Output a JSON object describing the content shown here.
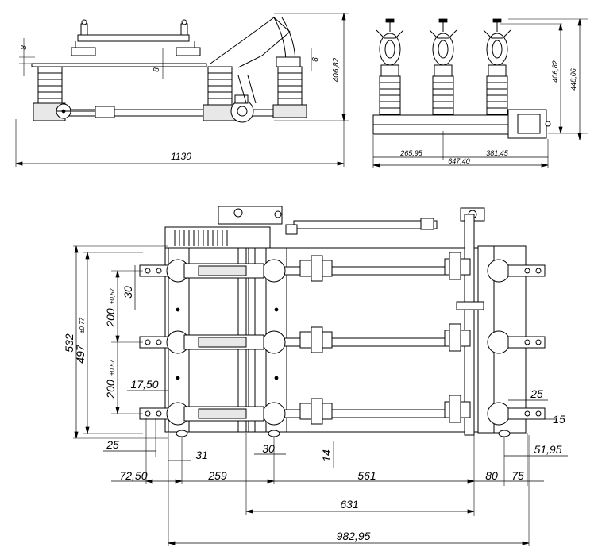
{
  "top_left_view": {
    "dims": {
      "overall_width": "1130",
      "height": "406,82",
      "gap_left": "8",
      "gap_mid": "8",
      "gap_right": "8"
    }
  },
  "top_right_view": {
    "dims": {
      "height_a": "406,82",
      "height_b": "448,06",
      "pitch_a": "265,95",
      "pitch_b": "381,45",
      "overall_width": "647,40"
    }
  },
  "plan_view": {
    "dims": {
      "overall_height": "532",
      "mount_height": "497",
      "mount_height_tol": "±0,77",
      "pitch_upper": "200",
      "pitch_upper_tol": "±0,57",
      "pitch_lower": "200",
      "pitch_lower_tol": "±0,57",
      "slot_30_v": "30",
      "terminal_17_50": "17,50",
      "offset_25_left": "25",
      "offset_31": "31",
      "offset_30": "30",
      "offset_14": "14",
      "right_25": "25",
      "right_15": "15",
      "right_51_95": "51,95",
      "bottom_72_50": "72,50",
      "bottom_259": "259",
      "bottom_561": "561",
      "bottom_80": "80",
      "bottom_75": "75",
      "bottom_631": "631",
      "bottom_982_95": "982,95"
    }
  }
}
